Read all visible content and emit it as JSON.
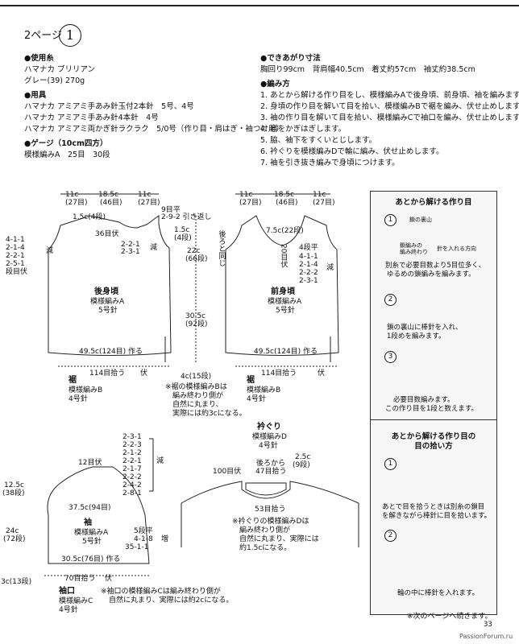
{
  "header": {
    "page_label": "2ページ",
    "pattern_number": "1"
  },
  "materials": {
    "yarn_title": "●使用糸",
    "yarn_lines": [
      "ハマナカ ブリリアン",
      "グレー(39) 270g"
    ],
    "tools_title": "●用具",
    "tools_lines": [
      "ハマナカ アミアミ手あみ針玉付2本針　5号、4号",
      "ハマナカ アミアミ手あみ針4本針　4号",
      "ハマナカ アミアミ両かぎ針ラクラク　5/0号（作り目・肩はぎ・袖つけ用）"
    ],
    "gauge_title": "●ゲージ（10cm四方）",
    "gauge_line": "模様編みA　25目　30段"
  },
  "finished": {
    "title": "●できあがり寸法",
    "line": "胸回り99cm　背肩幅40.5cm　着丈約57cm　袖丈約38.5cm"
  },
  "method": {
    "title": "●編み方",
    "steps": [
      "1. あとから解ける作り目をし、模様編みAで後身頃、前身頃、袖を編みます。",
      "2. 身頃の作り目を解いて目を拾い、模様編みBで裾を編み、伏せ止めします。",
      "3. 袖の作り目を解いて目を拾い、模様編みCで袖口を編み、伏せ止めします。",
      "4. 肩をかぎはぎします。",
      "5. 脇、袖下をすくいとじします。",
      "6. 衿ぐりを模様編みDで輪に編み、伏せ止めします。",
      "7. 袖を引き抜き編みで身頃につけます。"
    ]
  },
  "back": {
    "top_dims": [
      "11c",
      "18.5c",
      "11c"
    ],
    "top_dims_sts": [
      "(27目)",
      "(46目)",
      "(27目)"
    ],
    "neck_rows": "9目平",
    "neck_dec": "2-9-2 引き返し",
    "neck_width": "1.5c(4段)",
    "bind_off": "36目伏",
    "shoulder": "1.5c",
    "shoulder_rows": "(4段)",
    "shoulder_dec": [
      "2-2-1",
      "2-3-1"
    ],
    "shoulder_dec_label": "減",
    "armhole_dec": [
      "4-1-1",
      "2-1-4",
      "2-2-1",
      "2-5-1"
    ],
    "armhole_dec_label": "減",
    "row_flat": "段目伏",
    "armhole_height": "22c",
    "armhole_rows": "(66段)",
    "body_height": "30.5c",
    "body_rows": "(92段)",
    "title": "後身頃",
    "pattern": "模様編みA",
    "needle": "5号針",
    "width": "49.5c(124目) 作る",
    "hem_pick": "114目拾う",
    "hem_bind": "伏",
    "hem_height": "4c(15段)",
    "hem_title": "裾",
    "hem_pattern": "模様編みB",
    "hem_needle": "4号針",
    "hem_note": [
      "※裾の模様編みBは",
      "編み終わり側が",
      "自然に丸まり、",
      "実際には約3cになる。"
    ]
  },
  "front": {
    "top_dims": [
      "11c",
      "18.5c",
      "11c"
    ],
    "top_dims_sts": [
      "(27目)",
      "(46目)",
      "(27目)"
    ],
    "neck_depth": "7.5c(22段)",
    "side_label": "後ろと同じ",
    "flat": "4段平",
    "neck_dec": [
      "4-1-1",
      "2-1-4",
      "2-2-2",
      "2-3-1"
    ],
    "neck_dec_label": "減",
    "center_bind": "20目伏",
    "title": "前身頃",
    "pattern": "模様編みA",
    "needle": "5号針",
    "width": "49.5c(124目) 作る",
    "hem_pick": "114目拾う",
    "hem_bind": "伏",
    "hem_title": "裾",
    "hem_pattern": "模様編みB",
    "hem_needle": "4号針"
  },
  "sleeve": {
    "top_bind": "12目伏",
    "cap_dec": [
      "2-3-1",
      "2-2-3",
      "2-1-2",
      "2-2-1",
      "2-1-7",
      "2-2-2",
      "2-4-2",
      "2-8-1"
    ],
    "cap_dec_label": "減",
    "cap_height": "12.5c",
    "cap_rows": "(38段)",
    "upper_width": "37.5c(94目)",
    "height": "24c",
    "rows": "(72段)",
    "title": "袖",
    "pattern": "模様編みA",
    "needle": "5号針",
    "inc": [
      "5段平",
      "4-1-8",
      "35-1-1"
    ],
    "inc_label": "増",
    "width": "30.5c(76目) 作る",
    "cuff_pick": "70目拾う",
    "cuff_bind": "伏",
    "cuff_height": "3c(13段)",
    "cuff_title": "袖口",
    "cuff_pattern": "模様編みC",
    "cuff_needle": "4号針",
    "cuff_note": [
      "※袖口の模様編みCは編み終わり側が",
      "自然に丸まり、実際には約2cになる。"
    ]
  },
  "collar": {
    "title": "衿ぐり",
    "pattern": "模様編みD",
    "needle": "4号針",
    "back_pick": "後ろから",
    "back_pick2": "47目拾う",
    "height": "2.5c",
    "height_rows": "(9段)",
    "total": "100目伏",
    "front_pick": "53目拾う",
    "note": [
      "※衿ぐりの模様編みDは",
      "編み終わり側が",
      "自然に丸まり、実際には",
      "約1.5cになる。"
    ]
  },
  "right_pane": {
    "title1": "あとから解ける作り目",
    "step1_label1": "鎖の裏山",
    "step1_label2": "鎖編みの",
    "step1_label3": "編み終わり",
    "step1_label4": "針を入れる方向",
    "step1_text": [
      "別糸で必要目数より5目位多く、",
      "ゆるめの鎖編みを編みます。"
    ],
    "step2_text": [
      "鎖の裏山に棒針を入れ、",
      "1段めを編みます。"
    ],
    "step3_text": [
      "必要目数編みます。",
      "この作り目を1段と数えます。"
    ],
    "title2": "あとから解ける作り目の",
    "title2b": "目の拾い方",
    "step4_text": [
      "あとで目を拾うときは別糸の鎖目",
      "を解きながら棒針に目を拾います。"
    ],
    "step5_text": [
      "輪の中に棒針を入れます。"
    ],
    "nums": [
      "1",
      "2",
      "3",
      "1",
      "2"
    ]
  },
  "footer": {
    "next": "※次のページへ続きます。",
    "page": "33",
    "site": "PassionForum.ru"
  }
}
